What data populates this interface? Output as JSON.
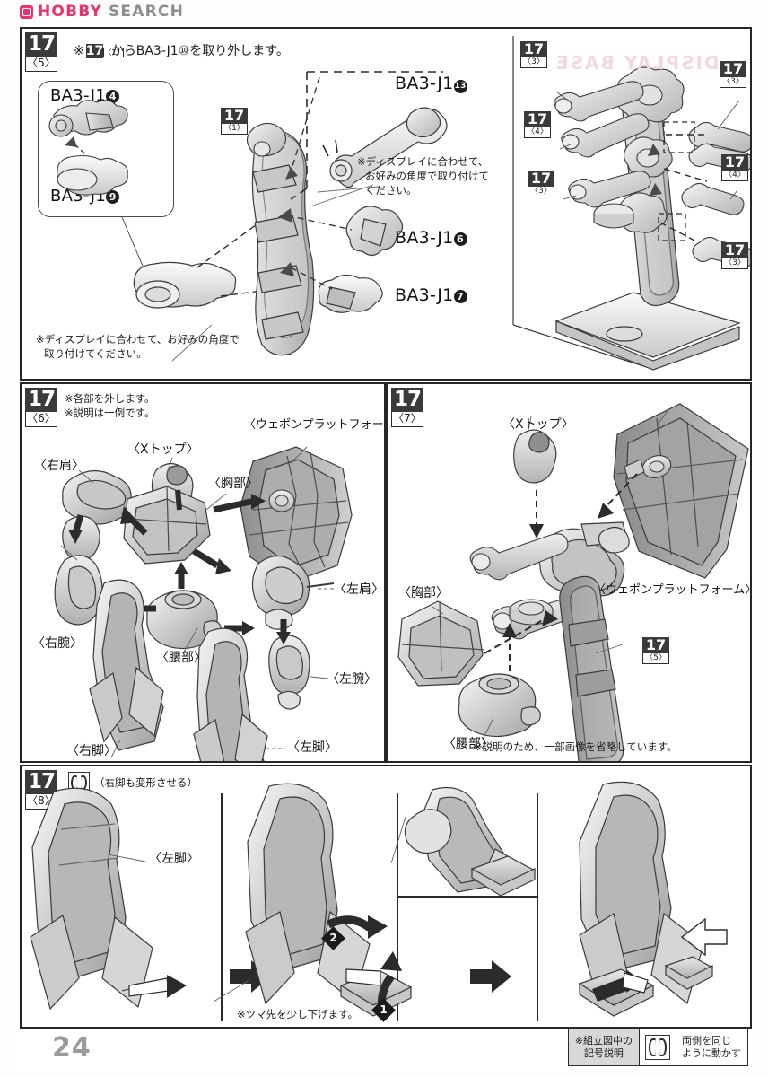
{
  "header": {
    "logo_primary": "HOBBY",
    "logo_secondary": "SEARCH",
    "logo_color": "#e8336d",
    "logo_secondary_color": "#8d8d8d"
  },
  "page": {
    "number": "24",
    "watermark": "DISPLAY BASE"
  },
  "panels": [
    {
      "id": "panel-17-5",
      "step_number": "17",
      "step_sub": "〈5〉",
      "instruction": "※      からBA3-J1⑩を取り外します。",
      "instruction_prefix": "※",
      "instruction_suffix": "からBA3-J1⑩を取り外します。",
      "ref_chip": {
        "num": "17",
        "sub": "〈1〉"
      },
      "inset_parts": [
        {
          "label": "BA3-J1",
          "mark": "4"
        },
        {
          "label": "BA3-J1",
          "mark": "9"
        }
      ],
      "callout_chip": {
        "num": "17",
        "sub": "〈1〉"
      },
      "parts": [
        {
          "label": "BA3-J1",
          "mark": "13"
        },
        {
          "label": "BA3-J1",
          "mark": "6"
        },
        {
          "label": "BA3-J1",
          "mark": "7"
        }
      ],
      "note_right": "※ディスプレイに合わせて、\nお好みの角度で取り付けて\nください。",
      "note_right_lines": [
        "※ディスプレイに合わせて、",
        "お好みの角度で取り付けて",
        "ください。"
      ],
      "note_bottom_lines": [
        "※ディスプレイに合わせて、お好みの角度で",
        "取り付けてください。"
      ],
      "stand_chips": [
        {
          "num": "17",
          "sub": "〈3〉"
        },
        {
          "num": "17",
          "sub": "〈4〉"
        },
        {
          "num": "17",
          "sub": "〈3〉"
        },
        {
          "num": "17",
          "sub": "〈3〉"
        },
        {
          "num": "17",
          "sub": "〈4〉"
        },
        {
          "num": "17",
          "sub": "〈3〉"
        }
      ]
    },
    {
      "id": "panel-17-6",
      "step_number": "17",
      "step_sub": "〈6〉",
      "notes": [
        "※各部を外します。",
        "※説明は一例です。"
      ],
      "labels": [
        "〈ウェポンプラットフォーム〉",
        "〈右肩〉",
        "〈Xトップ〉",
        "〈胸部〉",
        "〈左肩〉",
        "〈右腕〉",
        "〈腰部〉",
        "〈左腕〉",
        "〈右脚〉",
        "〈左脚〉"
      ]
    },
    {
      "id": "panel-17-7",
      "step_number": "17",
      "step_sub": "〈7〉",
      "labels": [
        "〈Xトップ〉",
        "〈胸部〉",
        "〈ウェポンプラットフォーム〉",
        "〈腰部〉"
      ],
      "ref_chip": {
        "num": "17",
        "sub": "〈5〉"
      },
      "note_bottom": "※説明のため、一部画像を省略しています。"
    },
    {
      "id": "panel-17-8",
      "step_number": "17",
      "step_sub": "〈8〉",
      "header_note": "（右脚も変形させる）",
      "label_left": "〈左脚〉",
      "note_toe": "※ツマ先を少し下げます。",
      "marks": [
        "1",
        "2"
      ]
    }
  ],
  "footer": {
    "legend_title_lines": [
      "※組立図中の",
      "記号説明"
    ],
    "legend_text_lines": [
      "両側を同じ",
      "ように動かす"
    ]
  }
}
